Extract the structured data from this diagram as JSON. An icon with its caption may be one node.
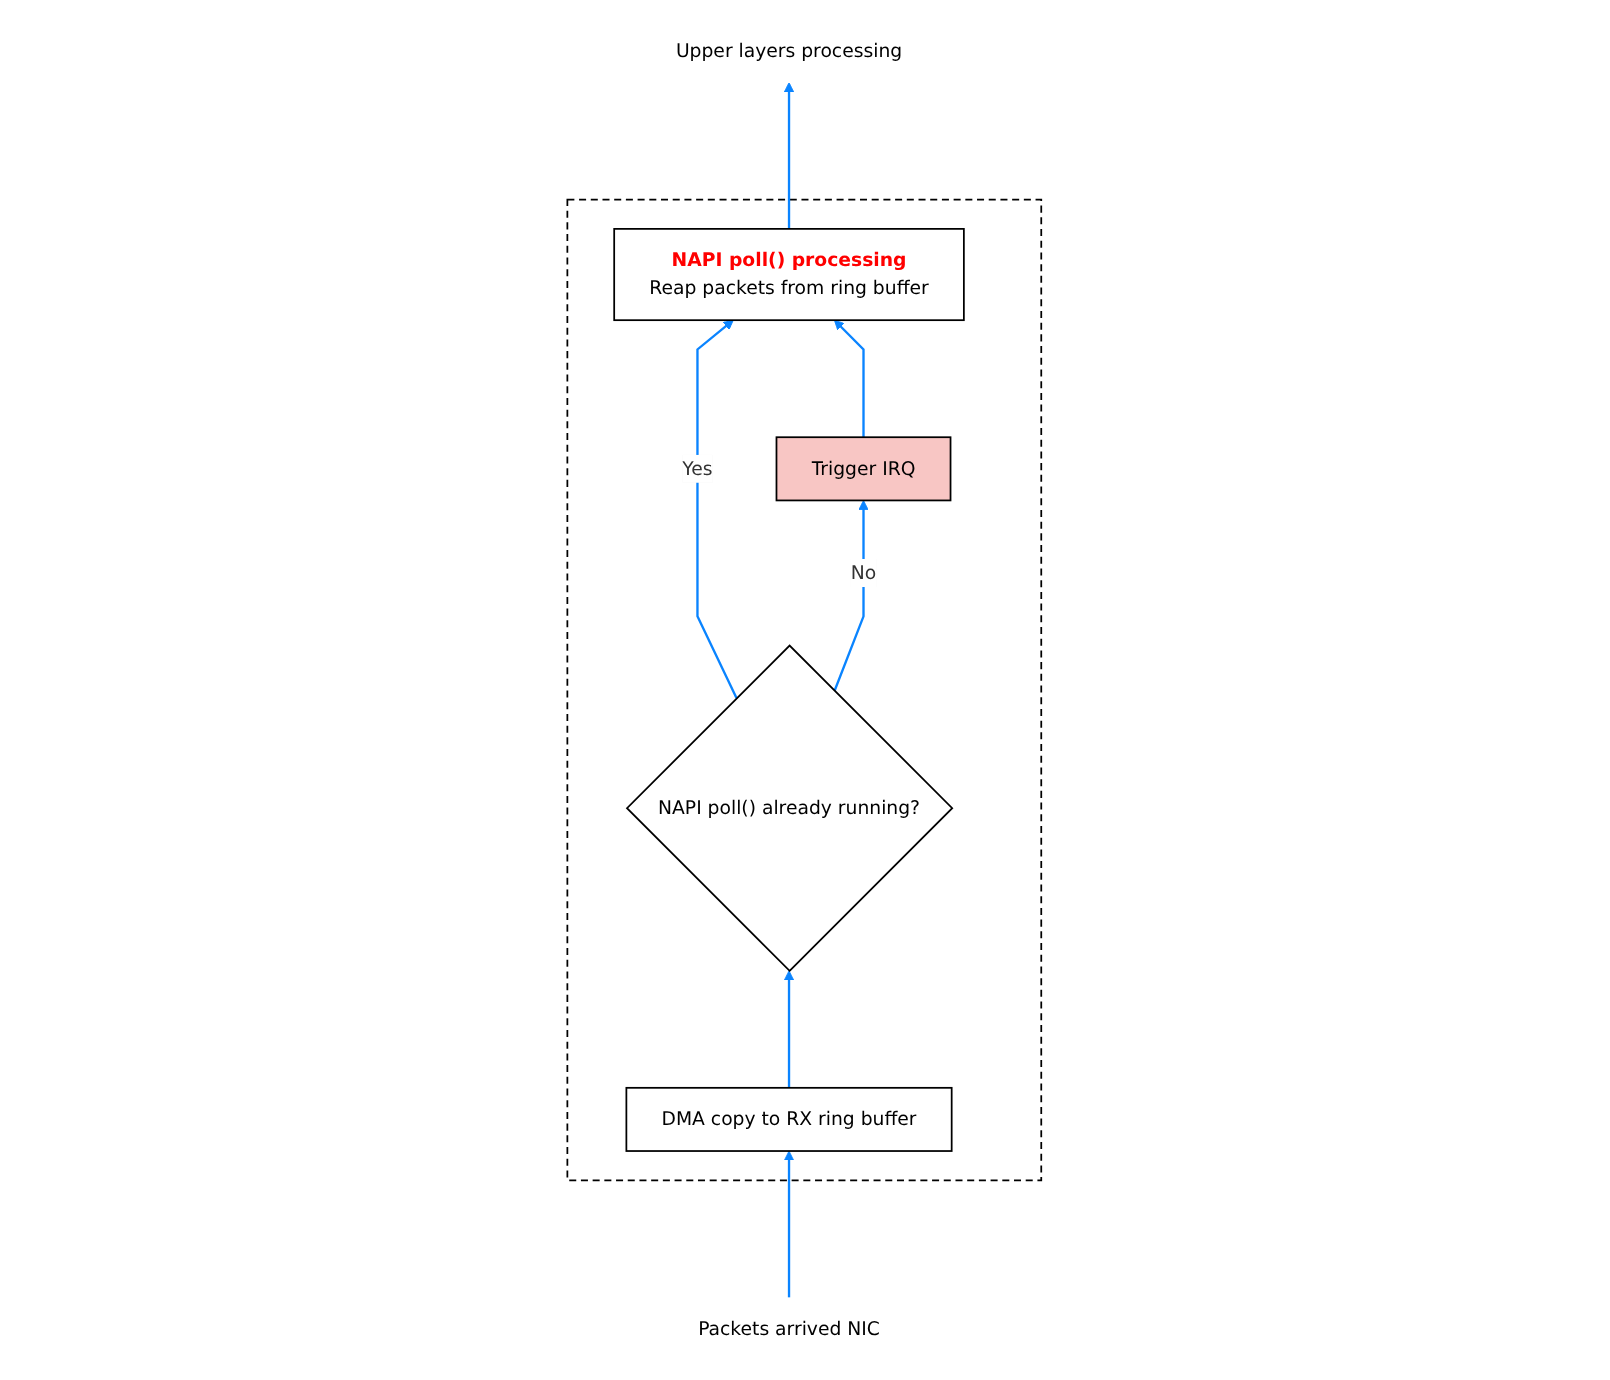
{
  "diagram": {
    "nodes": [
      {
        "text": [],
        "shape": "box"
      },
      {
        "text": [
          "Upper layers processing"
        ]
      },
      {
        "text": [
          "NAPI poll() processing",
          "Reap packets from ring buffer"
        ],
        "in": 0
      },
      {
        "text": [
          "NAPI poll() already running?"
        ],
        "in": 0
      },
      {
        "text": [
          "Trigger IRQ"
        ],
        "in": 0
      },
      {
        "text": [
          "DMA copy to RX ring buffer"
        ],
        "in": 0
      },
      {
        "text": [
          "Packets arrived NIC"
        ]
      }
    ],
    "edges": [
      {
        "from": 6,
        "to": 5,
        "arrow": "to"
      },
      {
        "from": 5,
        "to": 3,
        "arrow": "to"
      },
      {
        "from": 3,
        "to": 2,
        "label": "Yes",
        "arrow": "to"
      },
      {
        "from": 3,
        "to": 4,
        "label": "No",
        "arrow": "to"
      },
      {
        "from": 4,
        "to": 2,
        "arrow": "to"
      },
      {
        "from": 2,
        "to": 1,
        "arrow": "to"
      }
    ]
  }
}
